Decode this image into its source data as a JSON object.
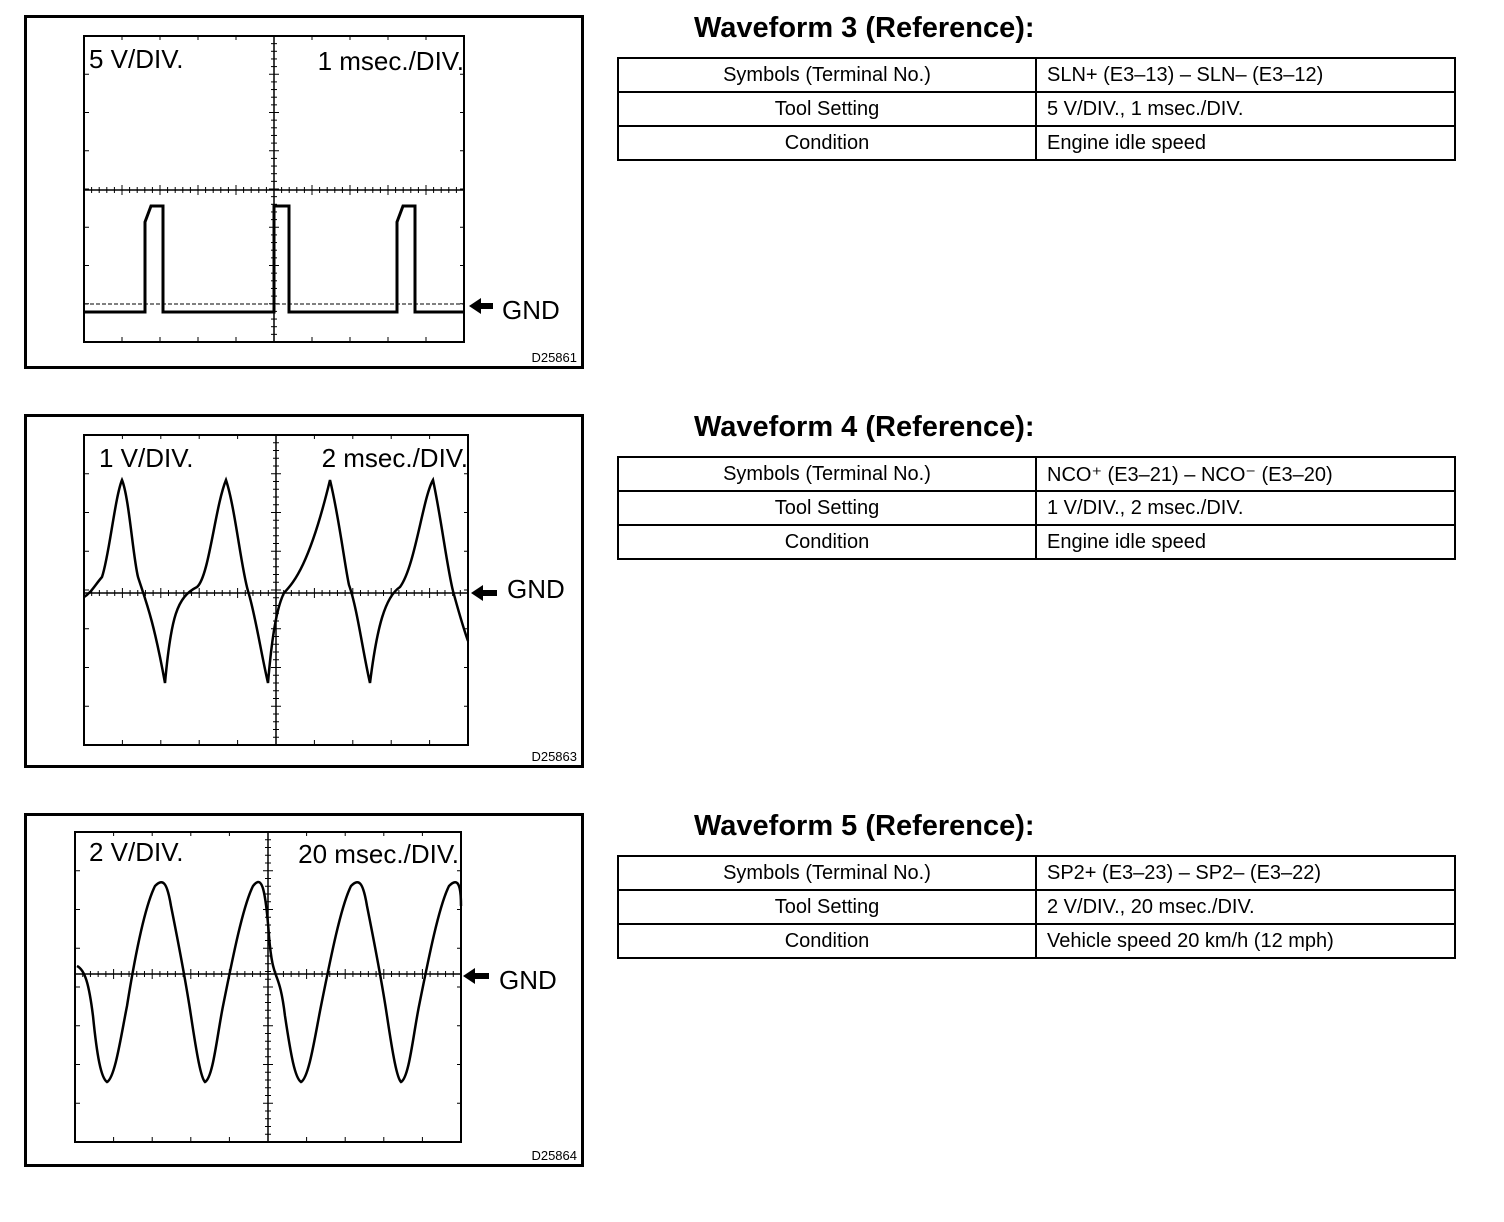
{
  "waveforms": [
    {
      "heading": "Waveform 3 (Reference):",
      "scope": {
        "volts_label": "5 V/DIV.",
        "time_label": "1 msec./DIV.",
        "gnd_label": "GND",
        "figure_code": "D25861",
        "signal": "square-pulse"
      },
      "table": [
        {
          "key": "Symbols (Terminal No.)",
          "value": "SLN+ (E3–13) – SLN– (E3–12)"
        },
        {
          "key": "Tool Setting",
          "value": "5 V/DIV., 1 msec./DIV."
        },
        {
          "key": "Condition",
          "value": "Engine idle speed"
        }
      ]
    },
    {
      "heading": "Waveform 4 (Reference):",
      "scope": {
        "volts_label": "1 V/DIV.",
        "time_label": "2 msec./DIV.",
        "gnd_label": "GND",
        "figure_code": "D25863",
        "signal": "sensor-ac-pulse"
      },
      "table": [
        {
          "key": "Symbols (Terminal No.)",
          "value": "NCO⁺ (E3–21) – NCO⁻ (E3–20)"
        },
        {
          "key": "Tool Setting",
          "value": "1 V/DIV., 2 msec./DIV."
        },
        {
          "key": "Condition",
          "value": "Engine idle speed"
        }
      ]
    },
    {
      "heading": "Waveform 5 (Reference):",
      "scope": {
        "volts_label": "2 V/DIV.",
        "time_label": "20 msec./DIV.",
        "gnd_label": "GND",
        "figure_code": "D25864",
        "signal": "sensor-ac-pulse"
      },
      "table": [
        {
          "key": "Symbols (Terminal No.)",
          "value": "SP2+ (E3–23) – SP2– (E3–22)"
        },
        {
          "key": "Tool Setting",
          "value": "2 V/DIV., 20 msec./DIV."
        },
        {
          "key": "Condition",
          "value": "Vehicle speed 20 km/h (12 mph)"
        }
      ]
    }
  ],
  "colors": {
    "ink": "#000000",
    "paper": "#ffffff"
  }
}
